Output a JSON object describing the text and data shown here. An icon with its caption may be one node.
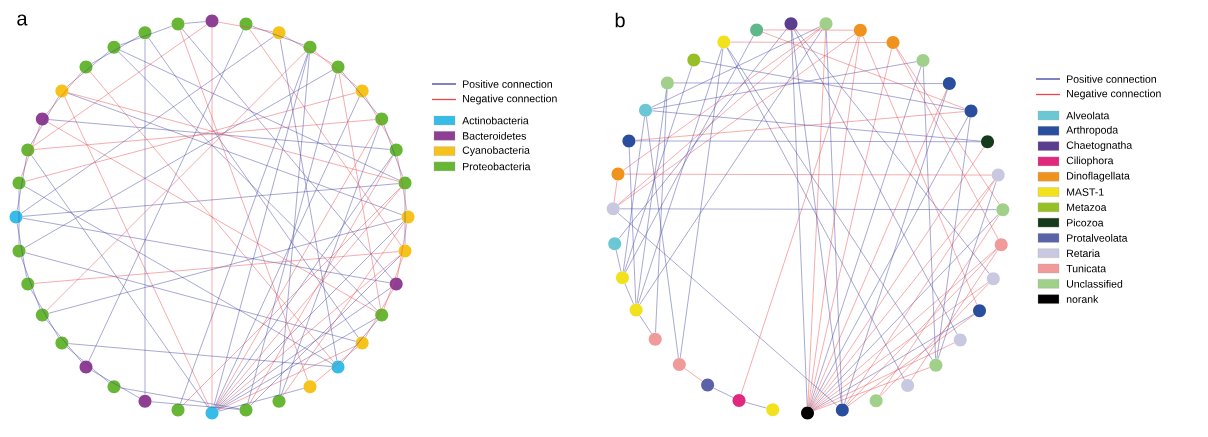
{
  "diagram": {
    "nodes": [
      {
        "text": [],
        "shape": "circle"
      },
      {
        "text": [],
        "shape": "circle"
      },
      {
        "text": [],
        "shape": "circle"
      },
      {
        "text": [],
        "shape": "circle"
      },
      {
        "text": [],
        "shape": "circle"
      },
      {
        "text": [],
        "shape": "circle"
      },
      {
        "text": [],
        "shape": "circle"
      },
      {
        "text": [],
        "shape": "circle"
      },
      {
        "text": [],
        "shape": "circle"
      },
      {
        "text": [],
        "shape": "circle"
      },
      {
        "text": [],
        "shape": "circle"
      },
      {
        "text": [],
        "shape": "circle"
      },
      {
        "text": [],
        "shape": "circle"
      },
      {
        "text": [],
        "shape": "circle"
      },
      {
        "text": [],
        "shape": "circle"
      },
      {
        "text": [],
        "shape": "circle"
      },
      {
        "text": [],
        "shape": "circle"
      },
      {
        "text": [],
        "shape": "circle"
      },
      {
        "text": [],
        "shape": "circle"
      },
      {
        "text": [],
        "shape": "circle"
      },
      {
        "text": [],
        "shape": "circle"
      },
      {
        "text": [],
        "shape": "circle"
      },
      {
        "text": [],
        "shape": "circle"
      },
      {
        "text": [],
        "shape": "circle"
      },
      {
        "text": [],
        "shape": "circle"
      },
      {
        "text": [],
        "shape": "circle"
      },
      {
        "text": [],
        "shape": "circle"
      },
      {
        "text": [],
        "shape": "circle"
      },
      {
        "text": [],
        "shape": "circle"
      },
      {
        "text": [],
        "shape": "circle"
      },
      {
        "text": [],
        "shape": "circle"
      },
      {
        "text": [],
        "shape": "circle"
      },
      {
        "text": [],
        "shape": "circle"
      },
      {
        "text": [],
        "shape": "circle"
      },
      {
        "text": [],
        "shape": "circle"
      },
      {
        "text": [],
        "shape": "circle"
      },
      {
        "text": [],
        "shape": "circle"
      },
      {
        "text": [],
        "shape": "circle"
      },
      {
        "text": [],
        "shape": "circle"
      },
      {
        "text": [],
        "shape": "circle"
      },
      {
        "text": [],
        "shape": "circle"
      },
      {
        "text": [],
        "shape": "circle"
      },
      {
        "text": [],
        "shape": "circle"
      },
      {
        "text": [],
        "shape": "circle"
      },
      {
        "text": [],
        "shape": "circle"
      },
      {
        "text": [],
        "shape": "circle"
      },
      {
        "text": [],
        "shape": "circle"
      },
      {
        "text": [],
        "shape": "circle"
      },
      {
        "text": [],
        "shape": "circle"
      },
      {
        "text": [],
        "shape": "circle"
      },
      {
        "text": [],
        "shape": "circle"
      },
      {
        "text": [],
        "shape": "circle"
      },
      {
        "text": [],
        "shape": "circle"
      },
      {
        "text": [],
        "shape": "circle"
      },
      {
        "text": [],
        "shape": "circle"
      },
      {
        "text": [],
        "shape": "circle"
      },
      {
        "text": [],
        "shape": "circle"
      },
      {
        "text": [],
        "shape": "circle"
      },
      {
        "text": [],
        "shape": "circle"
      },
      {
        "text": [],
        "shape": "circle"
      },
      {
        "text": [],
        "shape": "circle"
      },
      {
        "text": [],
        "shape": "circle"
      },
      {
        "text": [],
        "shape": "circle"
      },
      {
        "text": [],
        "shape": "circle"
      },
      {
        "text": [],
        "shape": "circle"
      },
      {
        "text": [],
        "shape": "circle"
      },
      {
        "text": [],
        "shape": "circle"
      },
      {
        "text": [],
        "shape": "circle"
      },
      {
        "text": [],
        "shape": "circle"
      },
      {
        "text": [],
        "shape": "circle"
      },
      {
        "text": [],
        "shape": "circle"
      }
    ],
    "edges": [
      {
        "from": 18,
        "to": 0,
        "arrow": "none",
        "color": "#e8474c"
      },
      {
        "from": 18,
        "to": 5,
        "arrow": "none"
      },
      {
        "from": 18,
        "to": 6,
        "arrow": "none",
        "color": "#e8474c"
      },
      {
        "from": 18,
        "to": 7,
        "arrow": "none"
      },
      {
        "from": 18,
        "to": 8,
        "arrow": "none",
        "color": "#e8474c"
      },
      {
        "from": 18,
        "to": 9,
        "arrow": "none"
      },
      {
        "from": 18,
        "to": 10,
        "arrow": "none",
        "color": "#e8474c"
      },
      {
        "from": 18,
        "to": 11,
        "arrow": "none"
      },
      {
        "from": 18,
        "to": 12,
        "arrow": "none"
      },
      {
        "from": 18,
        "to": 13,
        "arrow": "none",
        "color": "#e8474c"
      },
      {
        "from": 18,
        "to": 15,
        "arrow": "none"
      },
      {
        "from": 18,
        "to": 3,
        "arrow": "none"
      },
      {
        "from": 18,
        "to": 31,
        "arrow": "none",
        "color": "#e8474c"
      },
      {
        "from": 18,
        "to": 29,
        "arrow": "none"
      },
      {
        "from": 17,
        "to": 4,
        "arrow": "none"
      },
      {
        "from": 17,
        "to": 7,
        "arrow": "none",
        "color": "#e8474c"
      },
      {
        "from": 17,
        "to": 10,
        "arrow": "none"
      },
      {
        "from": 16,
        "to": 9,
        "arrow": "none",
        "color": "#e8474c"
      },
      {
        "from": 16,
        "to": 6,
        "arrow": "none"
      },
      {
        "from": 19,
        "to": 3,
        "arrow": "none"
      },
      {
        "from": 19,
        "to": 8,
        "arrow": "none",
        "color": "#e8474c"
      },
      {
        "from": 9,
        "to": 11,
        "arrow": "none",
        "color": "#e8474c"
      },
      {
        "from": 10,
        "to": 12,
        "arrow": "none",
        "color": "#e8474c"
      },
      {
        "from": 11,
        "to": 13,
        "arrow": "none",
        "color": "#e8474c"
      },
      {
        "from": 12,
        "to": 14,
        "arrow": "none"
      },
      {
        "from": 13,
        "to": 15,
        "arrow": "none",
        "color": "#e8474c"
      },
      {
        "from": 8,
        "to": 10,
        "arrow": "none"
      },
      {
        "from": 7,
        "to": 9,
        "arrow": "none",
        "color": "#e8474c"
      },
      {
        "from": 6,
        "to": 8,
        "arrow": "none"
      },
      {
        "from": 5,
        "to": 7,
        "arrow": "none",
        "color": "#e8474c"
      },
      {
        "from": 4,
        "to": 6,
        "arrow": "none"
      },
      {
        "from": 3,
        "to": 5,
        "arrow": "none",
        "color": "#e8474c"
      },
      {
        "from": 2,
        "to": 4,
        "arrow": "none",
        "color": "#e8474c"
      },
      {
        "from": 1,
        "to": 3,
        "arrow": "none"
      },
      {
        "from": 0,
        "to": 2,
        "arrow": "none",
        "color": "#e8474c"
      },
      {
        "from": 0,
        "to": 35,
        "arrow": "none"
      },
      {
        "from": 35,
        "to": 33,
        "arrow": "none"
      },
      {
        "from": 34,
        "to": 32,
        "arrow": "none"
      },
      {
        "from": 33,
        "to": 31,
        "arrow": "none"
      },
      {
        "from": 32,
        "to": 30,
        "arrow": "none",
        "color": "#e8474c"
      },
      {
        "from": 31,
        "to": 29,
        "arrow": "none"
      },
      {
        "from": 30,
        "to": 28,
        "arrow": "none",
        "color": "#e8474c"
      },
      {
        "from": 29,
        "to": 27,
        "arrow": "none"
      },
      {
        "from": 28,
        "to": 26,
        "arrow": "none"
      },
      {
        "from": 27,
        "to": 25,
        "arrow": "none"
      },
      {
        "from": 26,
        "to": 24,
        "arrow": "none"
      },
      {
        "from": 25,
        "to": 23,
        "arrow": "none"
      },
      {
        "from": 24,
        "to": 22,
        "arrow": "none"
      },
      {
        "from": 23,
        "to": 21,
        "arrow": "none"
      },
      {
        "from": 22,
        "to": 20,
        "arrow": "none"
      },
      {
        "from": 21,
        "to": 17,
        "arrow": "none"
      },
      {
        "from": 20,
        "to": 17,
        "arrow": "none"
      },
      {
        "from": 31,
        "to": 9,
        "arrow": "none"
      },
      {
        "from": 31,
        "to": 8,
        "arrow": "none",
        "color": "#e8474c"
      },
      {
        "from": 30,
        "to": 7,
        "arrow": "none"
      },
      {
        "from": 30,
        "to": 12,
        "arrow": "none",
        "color": "#e8474c"
      },
      {
        "from": 27,
        "to": 8,
        "arrow": "none"
      },
      {
        "from": 27,
        "to": 11,
        "arrow": "none"
      },
      {
        "from": 26,
        "to": 13,
        "arrow": "none"
      },
      {
        "from": 25,
        "to": 10,
        "arrow": "none",
        "color": "#e8474c"
      },
      {
        "from": 24,
        "to": 9,
        "arrow": "none"
      },
      {
        "from": 23,
        "to": 14,
        "arrow": "none"
      },
      {
        "from": 29,
        "to": 6,
        "arrow": "none",
        "color": "#e8474c"
      },
      {
        "from": 28,
        "to": 14,
        "arrow": "none"
      },
      {
        "from": 33,
        "to": 12,
        "arrow": "none"
      },
      {
        "from": 34,
        "to": 20,
        "arrow": "none"
      },
      {
        "from": 35,
        "to": 11,
        "arrow": "none"
      },
      {
        "from": 1,
        "to": 22,
        "arrow": "none"
      },
      {
        "from": 2,
        "to": 27,
        "arrow": "none"
      },
      {
        "from": 3,
        "to": 24,
        "arrow": "none",
        "color": "#e8474c"
      },
      {
        "from": 4,
        "to": 26,
        "arrow": "none"
      },
      {
        "from": 5,
        "to": 28,
        "arrow": "none",
        "color": "#e8474c"
      },
      {
        "from": 0,
        "to": 29,
        "arrow": "none",
        "color": "#e8474c"
      },
      {
        "from": 32,
        "to": 14,
        "arrow": "none",
        "color": "#e8474c"
      },
      {
        "from": 33,
        "to": 8,
        "arrow": "none"
      },
      {
        "from": 34,
        "to": 13,
        "arrow": "none"
      },
      {
        "from": 35,
        "to": 15,
        "arrow": "none",
        "color": "#e8474c"
      },
      {
        "from": 1,
        "to": 10,
        "arrow": "none",
        "color": "#e8474c"
      },
      {
        "from": 2,
        "to": 14,
        "arrow": "none"
      },
      {
        "from": 3,
        "to": 16,
        "arrow": "none"
      },
      {
        "from": 4,
        "to": 12,
        "arrow": "none",
        "color": "#e8474c"
      },
      {
        "from": 54,
        "to": 37,
        "arrow": "none",
        "color": "#e8474c"
      },
      {
        "from": 54,
        "to": 38,
        "arrow": "none",
        "color": "#e8474c"
      },
      {
        "from": 54,
        "to": 40,
        "arrow": "none"
      },
      {
        "from": 54,
        "to": 41,
        "arrow": "none",
        "color": "#e8474c"
      },
      {
        "from": 54,
        "to": 42,
        "arrow": "none"
      },
      {
        "from": 54,
        "to": 43,
        "arrow": "none",
        "color": "#e8474c"
      },
      {
        "from": 54,
        "to": 44,
        "arrow": "none",
        "color": "#e8474c"
      },
      {
        "from": 54,
        "to": 45,
        "arrow": "none"
      },
      {
        "from": 54,
        "to": 46,
        "arrow": "none",
        "color": "#e8474c"
      },
      {
        "from": 54,
        "to": 47,
        "arrow": "none",
        "color": "#e8474c"
      },
      {
        "from": 54,
        "to": 48,
        "arrow": "none"
      },
      {
        "from": 54,
        "to": 49,
        "arrow": "none",
        "color": "#e8474c"
      },
      {
        "from": 54,
        "to": 50,
        "arrow": "none",
        "color": "#e8474c"
      },
      {
        "from": 54,
        "to": 36,
        "arrow": "none"
      },
      {
        "from": 54,
        "to": 39,
        "arrow": "none",
        "color": "#e8474c"
      },
      {
        "from": 53,
        "to": 41,
        "arrow": "none"
      },
      {
        "from": 53,
        "to": 44,
        "arrow": "none",
        "color": "#e8474c"
      },
      {
        "from": 53,
        "to": 46,
        "arrow": "none",
        "color": "#e8474c"
      },
      {
        "from": 53,
        "to": 48,
        "arrow": "none",
        "color": "#e8474c"
      },
      {
        "from": 53,
        "to": 36,
        "arrow": "none"
      },
      {
        "from": 53,
        "to": 37,
        "arrow": "none"
      },
      {
        "from": 53,
        "to": 63,
        "arrow": "none"
      },
      {
        "from": 52,
        "to": 45,
        "arrow": "none",
        "color": "#e8474c"
      },
      {
        "from": 52,
        "to": 47,
        "arrow": "none",
        "color": "#e8474c"
      },
      {
        "from": 51,
        "to": 46,
        "arrow": "none",
        "color": "#e8474c"
      },
      {
        "from": 50,
        "to": 44,
        "arrow": "none"
      },
      {
        "from": 50,
        "to": 42,
        "arrow": "none"
      },
      {
        "from": 56,
        "to": 38,
        "arrow": "none",
        "color": "#e8474c"
      },
      {
        "from": 57,
        "to": 56,
        "arrow": "none"
      },
      {
        "from": 58,
        "to": 57,
        "arrow": "none",
        "color": "#e8474c"
      },
      {
        "from": 56,
        "to": 55,
        "arrow": "none"
      },
      {
        "from": 63,
        "to": 45,
        "arrow": "none"
      },
      {
        "from": 63,
        "to": 37,
        "arrow": "none",
        "color": "#e8474c"
      },
      {
        "from": 64,
        "to": 44,
        "arrow": "none",
        "color": "#e8474c"
      },
      {
        "from": 65,
        "to": 42,
        "arrow": "none",
        "color": "#e8474c"
      },
      {
        "from": 65,
        "to": 43,
        "arrow": "none"
      },
      {
        "from": 66,
        "to": 43,
        "arrow": "none"
      },
      {
        "from": 66,
        "to": 40,
        "arrow": "none"
      },
      {
        "from": 67,
        "to": 41,
        "arrow": "none"
      },
      {
        "from": 68,
        "to": 42,
        "arrow": "none"
      },
      {
        "from": 69,
        "to": 50,
        "arrow": "none"
      },
      {
        "from": 69,
        "to": 51,
        "arrow": "none"
      },
      {
        "from": 70,
        "to": 42,
        "arrow": "none",
        "color": "#e8474c"
      },
      {
        "from": 36,
        "to": 47,
        "arrow": "none"
      },
      {
        "from": 36,
        "to": 49,
        "arrow": "none"
      },
      {
        "from": 37,
        "to": 64,
        "arrow": "none",
        "color": "#e8474c"
      },
      {
        "from": 37,
        "to": 60,
        "arrow": "none"
      },
      {
        "from": 38,
        "to": 48,
        "arrow": "none",
        "color": "#e8474c"
      },
      {
        "from": 39,
        "to": 46,
        "arrow": "none",
        "color": "#e8474c"
      },
      {
        "from": 39,
        "to": 45,
        "arrow": "none",
        "color": "#e8474c"
      },
      {
        "from": 40,
        "to": 50,
        "arrow": "none"
      },
      {
        "from": 69,
        "to": 60,
        "arrow": "none"
      },
      {
        "from": 68,
        "to": 61,
        "arrow": "none"
      },
      {
        "from": 67,
        "to": 59,
        "arrow": "none"
      },
      {
        "from": 66,
        "to": 58,
        "arrow": "none"
      },
      {
        "from": 70,
        "to": 61,
        "arrow": "none"
      },
      {
        "from": 36,
        "to": 62,
        "arrow": "none"
      },
      {
        "from": 37,
        "to": 66,
        "arrow": "none"
      },
      {
        "from": 38,
        "to": 63,
        "arrow": "none",
        "color": "#e8474c"
      },
      {
        "from": 64,
        "to": 63,
        "arrow": "none",
        "color": "#e8474c"
      },
      {
        "from": 62,
        "to": 61,
        "arrow": "none"
      },
      {
        "from": 60,
        "to": 61,
        "arrow": "none"
      },
      {
        "from": 59,
        "to": 60,
        "arrow": "none"
      },
      {
        "from": 65,
        "to": 60,
        "arrow": "none"
      },
      {
        "from": 66,
        "to": 61,
        "arrow": "none"
      },
      {
        "from": 67,
        "to": 60,
        "arrow": "none"
      },
      {
        "from": 69,
        "to": 39,
        "arrow": "none",
        "color": "#e8474c"
      },
      {
        "from": 70,
        "to": 38,
        "arrow": "none",
        "color": "#e8474c"
      },
      {
        "from": 58,
        "to": 69,
        "arrow": "none"
      }
    ],
    "labels": [
      "a",
      "b"
    ],
    "legend": [
      {
        "text": "Positive connection"
      },
      {
        "text": "Negative connection"
      },
      {
        "text": "Actinobacteria",
        "color": "#35bde8"
      },
      {
        "text": "Bacteroidetes",
        "color": "#8e3f93"
      },
      {
        "text": "Cyanobacteria",
        "color": "#f6c21c"
      },
      {
        "text": "Proteobacteria",
        "color": "#67b735"
      },
      {
        "text": "Positive connection"
      },
      {
        "text": "Negative connection"
      },
      {
        "text": "Alveolata",
        "color": "#6cc7d4"
      },
      {
        "text": "Arthropoda",
        "color": "#2a4e9e"
      },
      {
        "text": "Chaetognatha",
        "color": "#5b3d8f"
      },
      {
        "text": "Ciliophora",
        "color": "#e0287e"
      },
      {
        "text": "Dinoflagellata",
        "color": "#f0921e"
      },
      {
        "text": "MAST-1",
        "color": "#f2e21e"
      },
      {
        "text": "Metazoa",
        "color": "#97c026"
      },
      {
        "text": "Picozoa",
        "color": "#163a1c"
      },
      {
        "text": "Protalveolata",
        "color": "#5a62a8"
      },
      {
        "text": "Retaria",
        "color": "#c8c8e0"
      },
      {
        "text": "Tunicata",
        "color": "#f09a9a"
      },
      {
        "text": "Unclassified",
        "color": "#a0d08a"
      },
      {
        "text": "norank",
        "color": "#000000"
      }
    ]
  }
}
